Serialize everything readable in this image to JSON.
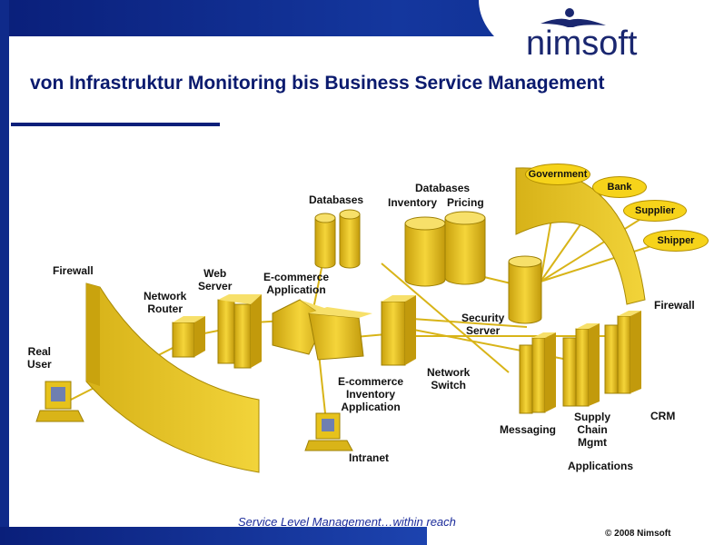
{
  "title": "von Infrastruktur Monitoring bis Business Service Management",
  "logo": {
    "text": "nimsoft",
    "color": "#1a2770"
  },
  "labels": {
    "firewall_left": "Firewall",
    "network_router": "Network\nRouter",
    "web_server": "Web\nServer",
    "ecommerce_app": "E-commerce\nApplication",
    "databases_left": "Databases",
    "databases_right": "Databases",
    "inventory": "Inventory",
    "pricing": "Pricing",
    "real_user": "Real\nUser",
    "ecommerce_inventory": "E-commerce\nInventory\nApplication",
    "network_switch": "Network\nSwitch",
    "security_server": "Security\nServer",
    "intranet": "Intranet",
    "messaging": "Messaging",
    "supply_chain": "Supply\nChain\nMgmt",
    "crm": "CRM",
    "applications": "Applications",
    "firewall_right": "Firewall"
  },
  "partners": [
    "Government",
    "Bank",
    "Supplier",
    "Shipper"
  ],
  "footer": {
    "tagline": "Service Level Management…within reach",
    "copyright": "© 2008 Nimsoft"
  },
  "colors": {
    "navy": "#0a1f7a",
    "gold": "#e8c21c",
    "gold_dark": "#b8950a",
    "oval": "#f6d31a"
  }
}
